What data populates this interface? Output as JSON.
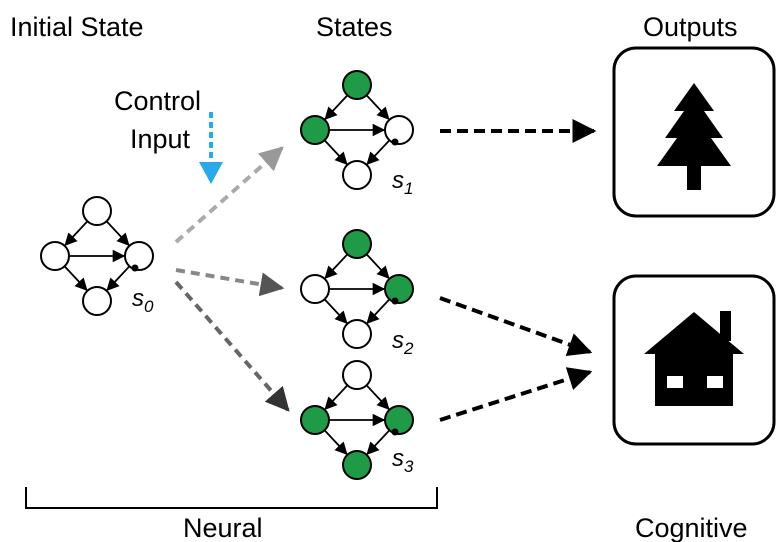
{
  "headers": {
    "initial_state": "Initial State",
    "states": "States",
    "outputs": "Outputs"
  },
  "control_input": {
    "line1": "Control",
    "line2": "Input"
  },
  "state_labels": [
    {
      "base": "s",
      "sub": "0"
    },
    {
      "base": "s",
      "sub": "1"
    },
    {
      "base": "s",
      "sub": "2"
    },
    {
      "base": "s",
      "sub": "3"
    }
  ],
  "footer": {
    "neural": "Neural",
    "cognitive": "Cognitive"
  },
  "colors": {
    "active_node": "#1f9a46",
    "inactive_node": "#ffffff",
    "control_arrow": "#2aa8e8",
    "dark_dashed": "#000000",
    "grey_dashed": "#aaaaaa",
    "mid_dashed": "#666666"
  },
  "networks": [
    {
      "name": "s0",
      "active": []
    },
    {
      "name": "s1",
      "active": [
        "top",
        "left"
      ]
    },
    {
      "name": "s2",
      "active": [
        "top",
        "right"
      ]
    },
    {
      "name": "s3",
      "active": [
        "left",
        "right",
        "bottom"
      ]
    }
  ],
  "outputs": [
    {
      "icon": "tree-icon"
    },
    {
      "icon": "house-icon"
    }
  ]
}
